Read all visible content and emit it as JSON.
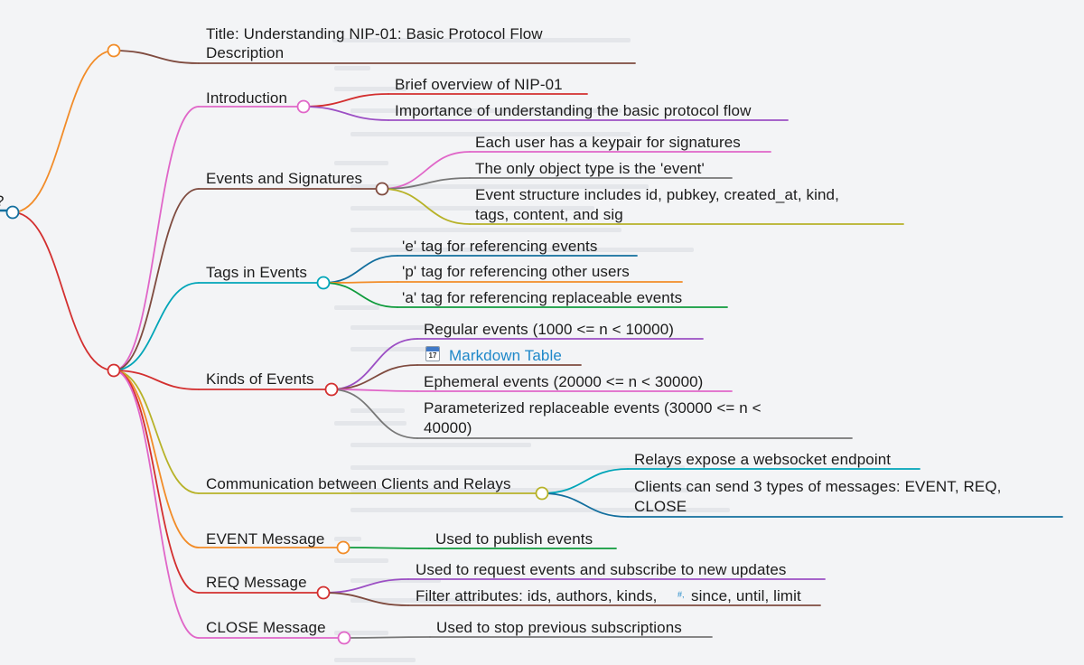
{
  "mindmap": {
    "root_fragment": "?",
    "colors": {
      "background": "#f3f4f6",
      "orange": "#f28c28",
      "brown": "#7f4b3f",
      "red": "#d32f2f",
      "purple": "#9c4fc4",
      "pink": "#e066c8",
      "gray": "#777777",
      "olive": "#b7b228",
      "teal": "#00a5b8",
      "blue": "#136f9e",
      "green": "#0f9b3c",
      "link": "#1f88c9"
    },
    "branches": [
      {
        "label": "Title: Understanding NIP-01: Basic Protocol Flow Description",
        "lines": [
          "Title: Understanding NIP-01: Basic Protocol Flow",
          "Description"
        ],
        "children": []
      },
      {
        "label": "Introduction",
        "children": [
          {
            "label": "Brief overview of NIP-01"
          },
          {
            "label": "Importance of understanding the basic protocol flow"
          }
        ]
      },
      {
        "label": "Events and Signatures",
        "children": [
          {
            "label": "Each user has a keypair for signatures"
          },
          {
            "label": "The only object type is the 'event'"
          },
          {
            "label": "Event structure includes id, pubkey, created_at, kind, tags, content, and sig",
            "lines": [
              "Event structure includes id, pubkey, created_at, kind,",
              "tags, content, and sig"
            ]
          }
        ]
      },
      {
        "label": "Tags in Events",
        "children": [
          {
            "label": "'e' tag for referencing events"
          },
          {
            "label": "'p' tag for referencing other users"
          },
          {
            "label": "'a' tag for referencing replaceable events"
          }
        ]
      },
      {
        "label": "Kinds of Events",
        "children": [
          {
            "label": "Regular events (1000 <= n < 10000)"
          },
          {
            "label": "Markdown Table",
            "icon": "calendar-icon",
            "icon_text": "17"
          },
          {
            "label": "Ephemeral events (20000 <= n < 30000)"
          },
          {
            "label": "Parameterized replaceable events (30000 <= n < 40000)",
            "lines": [
              "Parameterized replaceable events (30000 <= n <",
              "40000)"
            ]
          }
        ]
      },
      {
        "label": "Communication between Clients and Relays",
        "children": [
          {
            "label": "Relays expose a websocket endpoint"
          },
          {
            "label": "Clients can send 3 types of messages: EVENT, REQ, CLOSE",
            "lines": [
              "Clients can send 3 types of messages: EVENT, REQ,",
              "CLOSE"
            ]
          }
        ]
      },
      {
        "label": "EVENT Message",
        "children": [
          {
            "label": "Used to publish events"
          }
        ]
      },
      {
        "label": "REQ Message",
        "children": [
          {
            "label": "Used to request events and subscribe to new updates"
          },
          {
            "label": "Filter attributes: ids, authors, kinds, #, since, until, limit",
            "parts": [
              "Filter attributes: ids, authors, kinds,",
              "#,",
              "since, until, limit"
            ]
          }
        ]
      },
      {
        "label": "CLOSE Message",
        "children": [
          {
            "label": "Used to stop previous subscriptions"
          }
        ]
      }
    ]
  }
}
